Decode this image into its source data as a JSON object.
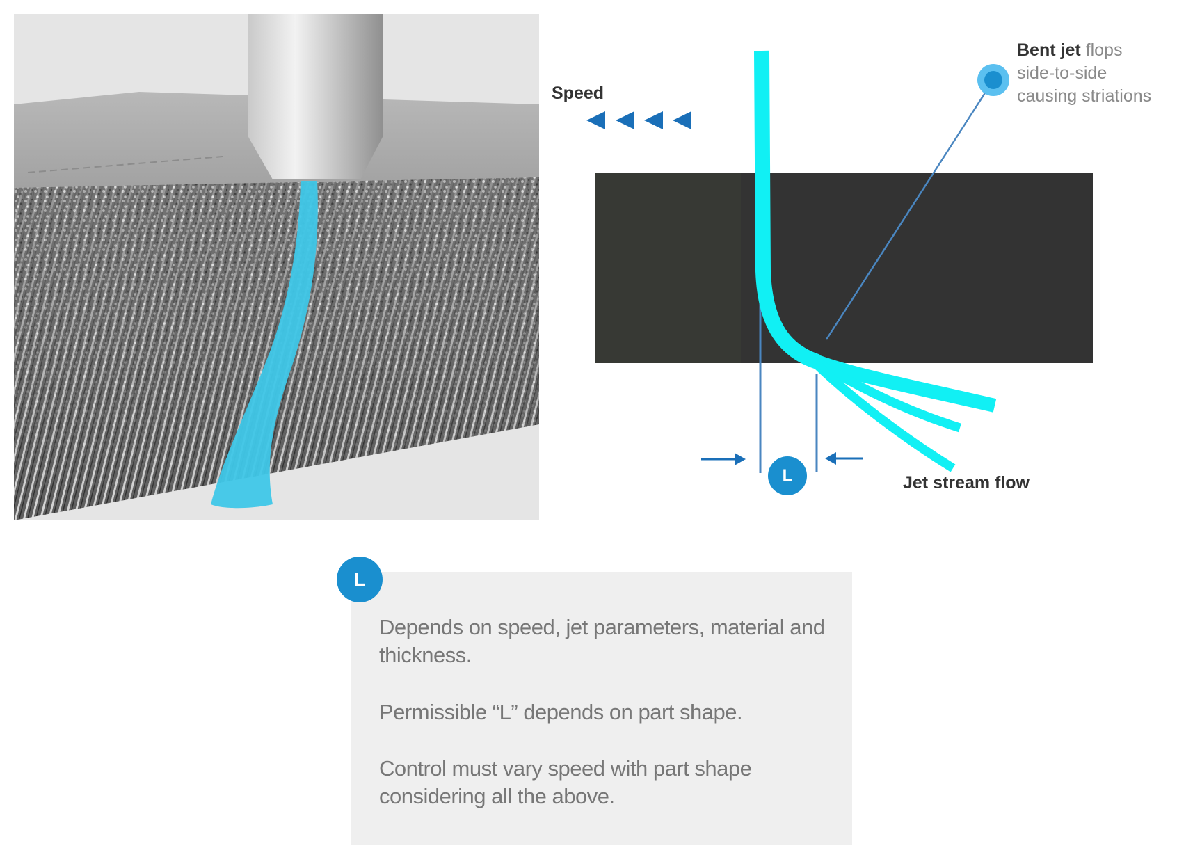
{
  "photo": {
    "description": "Waterjet nozzle cutting metal plate, cyan jet stream bending through cut with striations",
    "jet_color": "#3fc7e8"
  },
  "diagram": {
    "speed_label": "Speed",
    "speed_arrow_count": 4,
    "speed_arrow_color": "#1a6fb8",
    "callout": {
      "bold": "Bent jet",
      "rest_line1": " flops",
      "line2": "side-to-side",
      "line3": "causing striations"
    },
    "jet_stream_label": "Jet stream flow",
    "lag_badge": "L",
    "material_color": "#333333",
    "jet_color": "#11f0f4",
    "line_color": "#4a86c0"
  },
  "info_box": {
    "badge": "L",
    "paragraphs": [
      "Depends on speed, jet parameters, material and thickness.",
      "Permissible “L” depends on part shape.",
      "Control must vary speed with part shape considering all the above."
    ]
  }
}
